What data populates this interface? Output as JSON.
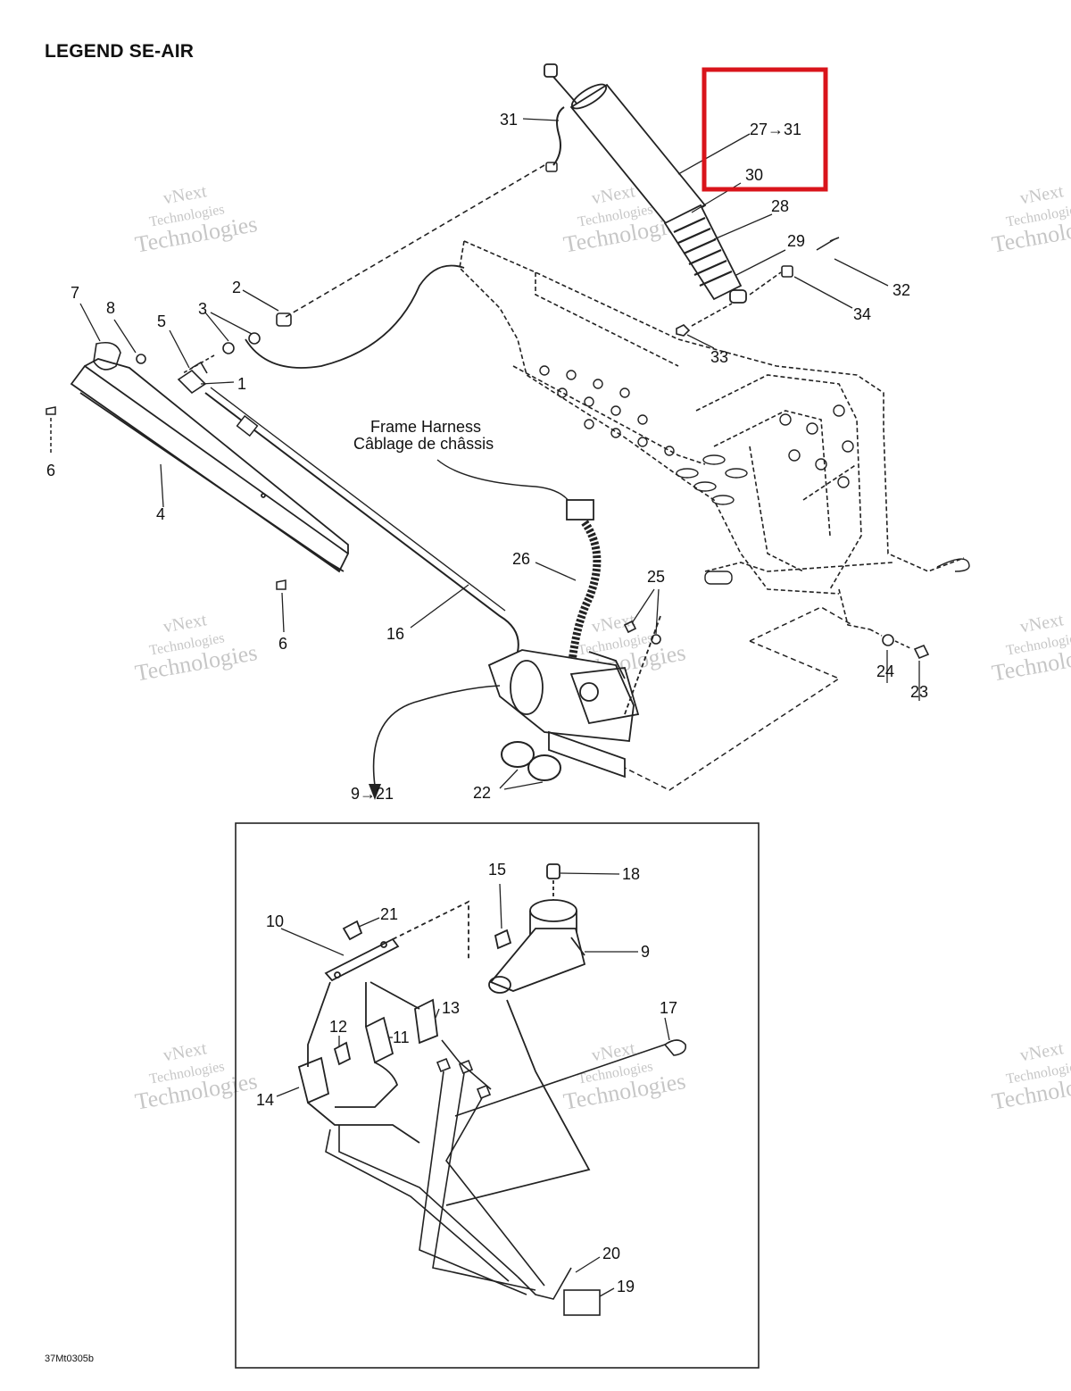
{
  "title": "LEGEND SE-AIR",
  "figure_code": "37Mt0305b",
  "harness_label": {
    "line1": "Frame Harness",
    "line2": "Câblage de châssis"
  },
  "watermark": {
    "line1": "vNext",
    "line2": "Technologies",
    "line3": "Technologies"
  },
  "highlight_color": "#d9141b",
  "callouts": {
    "c1": "1",
    "c2": "2",
    "c3": "3",
    "c4": "4",
    "c5": "5",
    "c6a": "6",
    "c6b": "6",
    "c7": "7",
    "c8": "8",
    "c9_21": "9→21",
    "c9": "9",
    "c10": "10",
    "c11": "11",
    "c12": "12",
    "c13": "13",
    "c14": "14",
    "c15": "15",
    "c16": "16",
    "c17": "17",
    "c18": "18",
    "c19": "19",
    "c20": "20",
    "c21": "21",
    "c22": "22",
    "c23": "23",
    "c24": "24",
    "c25": "25",
    "c26": "26",
    "c27_31": "27→31",
    "c28": "28",
    "c29": "29",
    "c30": "30",
    "c31": "31",
    "c32": "32",
    "c33": "33",
    "c34": "34"
  }
}
